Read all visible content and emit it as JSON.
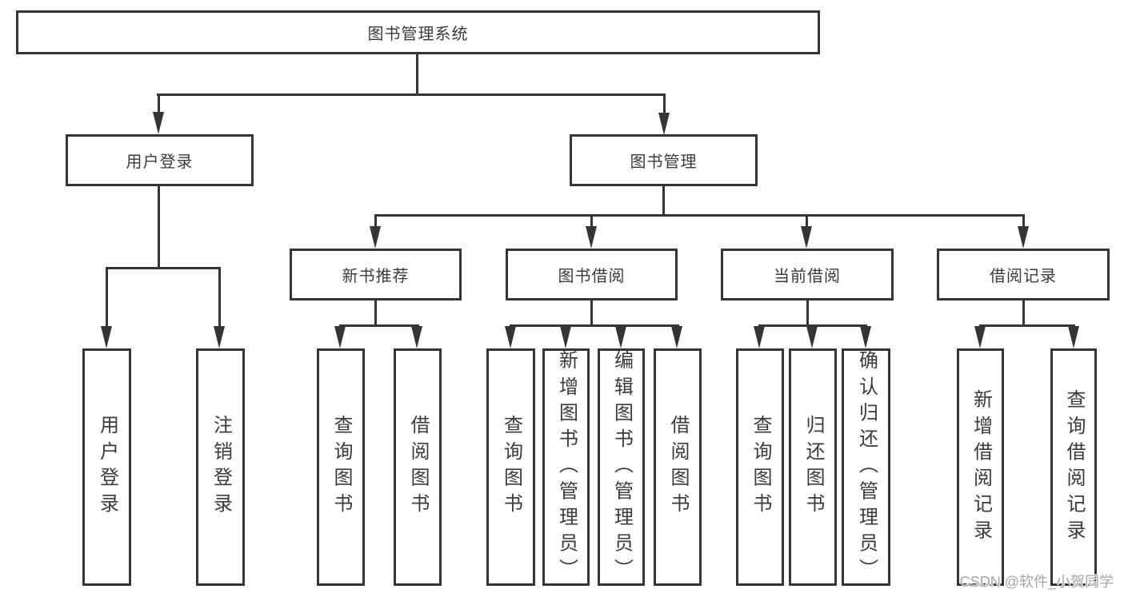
{
  "diagram": {
    "type": "hierarchy-tree",
    "colors": {
      "background": "#ffffff",
      "line": "#353535",
      "text": "#3b3b3b",
      "watermark": "#a6a6a6"
    }
  },
  "nodes": {
    "root": {
      "label": "图书管理系统"
    },
    "user_login": {
      "label": "用户登录"
    },
    "book_mgmt": {
      "label": "图书管理"
    },
    "new_book_rec": {
      "label": "新书推荐"
    },
    "book_borrow": {
      "label": "图书借阅"
    },
    "current_borrow": {
      "label": "当前借阅"
    },
    "borrow_records": {
      "label": "借阅记录"
    },
    "leaf_user_login": {
      "label": "用户登录"
    },
    "leaf_logout": {
      "label": "注销登录"
    },
    "leaf_query_books_new": {
      "label": "查询图书"
    },
    "leaf_borrow_books_new": {
      "label": "借阅图书"
    },
    "leaf_query_books_borrow": {
      "label": "查询图书"
    },
    "leaf_add_books_admin": {
      "label": "新增图书（管理员）"
    },
    "leaf_edit_books_admin": {
      "label": "编辑图书（管理员）"
    },
    "leaf_borrow_books_borrow": {
      "label": "借阅图书"
    },
    "leaf_query_books_current": {
      "label": "查询图书"
    },
    "leaf_return_books": {
      "label": "归还图书"
    },
    "leaf_confirm_return_admin": {
      "label": "确认归还（管理员）"
    },
    "leaf_add_borrow_record": {
      "label": "新增借阅记录"
    },
    "leaf_query_borrow_record": {
      "label": "查询借阅记录"
    }
  },
  "watermark": {
    "text": "CSDN @软件_小贺同学"
  }
}
